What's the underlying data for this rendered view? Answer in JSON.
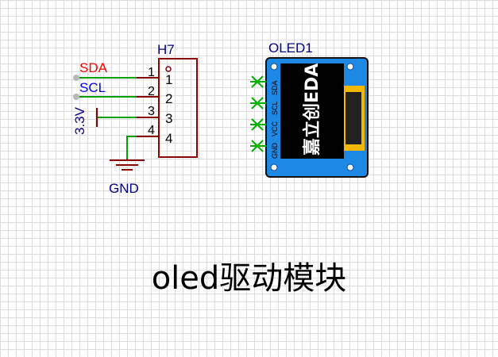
{
  "header": {
    "ref": "H7",
    "pins": [
      "1",
      "2",
      "3",
      "4"
    ],
    "pin_numbers_inside": [
      "1",
      "2",
      "3",
      "4"
    ]
  },
  "nets": {
    "sda": "SDA",
    "scl": "SCL",
    "vcc": "3.3V",
    "gnd": "GND"
  },
  "oled": {
    "ref": "OLED1",
    "pin_labels": [
      "SDA",
      "SCL",
      "VCC",
      "GND"
    ],
    "logo_text": "嘉立创EDA"
  },
  "title": "oled驱动模块",
  "colors": {
    "wire": "#00a000",
    "component": "#8b0000",
    "ref_text": "#000080",
    "sda_text": "#ff0000",
    "scl_text": "#0000ff",
    "oled_board": "#1e88e5",
    "oled_screen": "#000000",
    "oled_connector": "#f5b800",
    "no_connect": "#00b000"
  }
}
